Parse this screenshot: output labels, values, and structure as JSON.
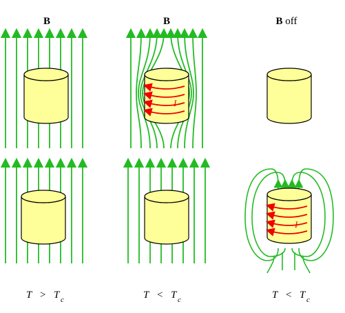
{
  "figure": {
    "title": "Superconductor in a magnetic field: Meissner effect and trapped flux",
    "columns": [
      {
        "header_bold": "B",
        "header_suffix": "",
        "condition_var": "T",
        "condition_op": ">",
        "condition_sub": "c"
      },
      {
        "header_bold": "B",
        "header_suffix": "",
        "condition_var": "T",
        "condition_op": "<",
        "condition_sub": "c"
      },
      {
        "header_bold": "B",
        "header_suffix": " off",
        "condition_var": "T",
        "condition_op": "<",
        "condition_sub": "c"
      }
    ],
    "current_label": "I",
    "colors": {
      "field_line": "#22bb22",
      "cylinder_fill": "#ffff99",
      "cylinder_outline": "#000000",
      "current_arrow": "#ee0000"
    }
  }
}
